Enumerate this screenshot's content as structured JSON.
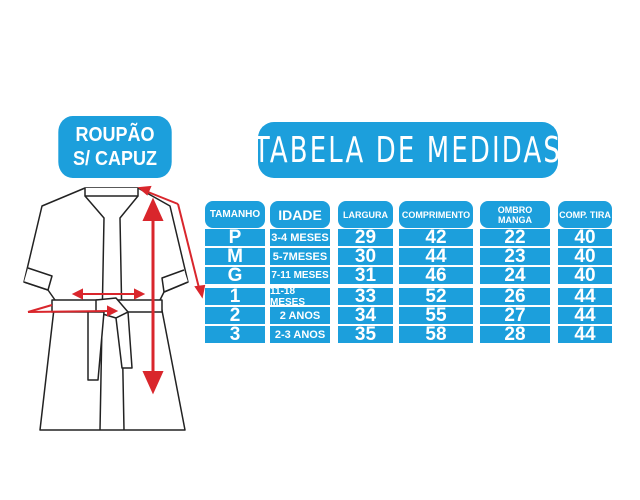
{
  "robe_label": {
    "line1": "ROUPÃO",
    "line2": "S/ CAPUZ"
  },
  "title": "TABELA DE MEDIDAS",
  "colors": {
    "accent": "#1c9fdc",
    "arrow": "#d9262c"
  },
  "table": {
    "headers": [
      "TAMANHO",
      "IDADE",
      "LARGURA",
      "COMPRIMENTO",
      "OMBRO MANGA",
      "COMP. TIRA"
    ],
    "rows": [
      [
        "P",
        "3-4 MESES",
        "29",
        "42",
        "22",
        "40"
      ],
      [
        "M",
        "5-7MESES",
        "30",
        "44",
        "23",
        "40"
      ],
      [
        "G",
        "7-11 MESES",
        "31",
        "46",
        "24",
        "40"
      ],
      [
        "1",
        "11-18 MESES",
        "33",
        "52",
        "26",
        "44"
      ],
      [
        "2",
        "2 ANOS",
        "34",
        "55",
        "27",
        "44"
      ],
      [
        "3",
        "2-3 ANOS",
        "35",
        "58",
        "28",
        "44"
      ]
    ]
  }
}
